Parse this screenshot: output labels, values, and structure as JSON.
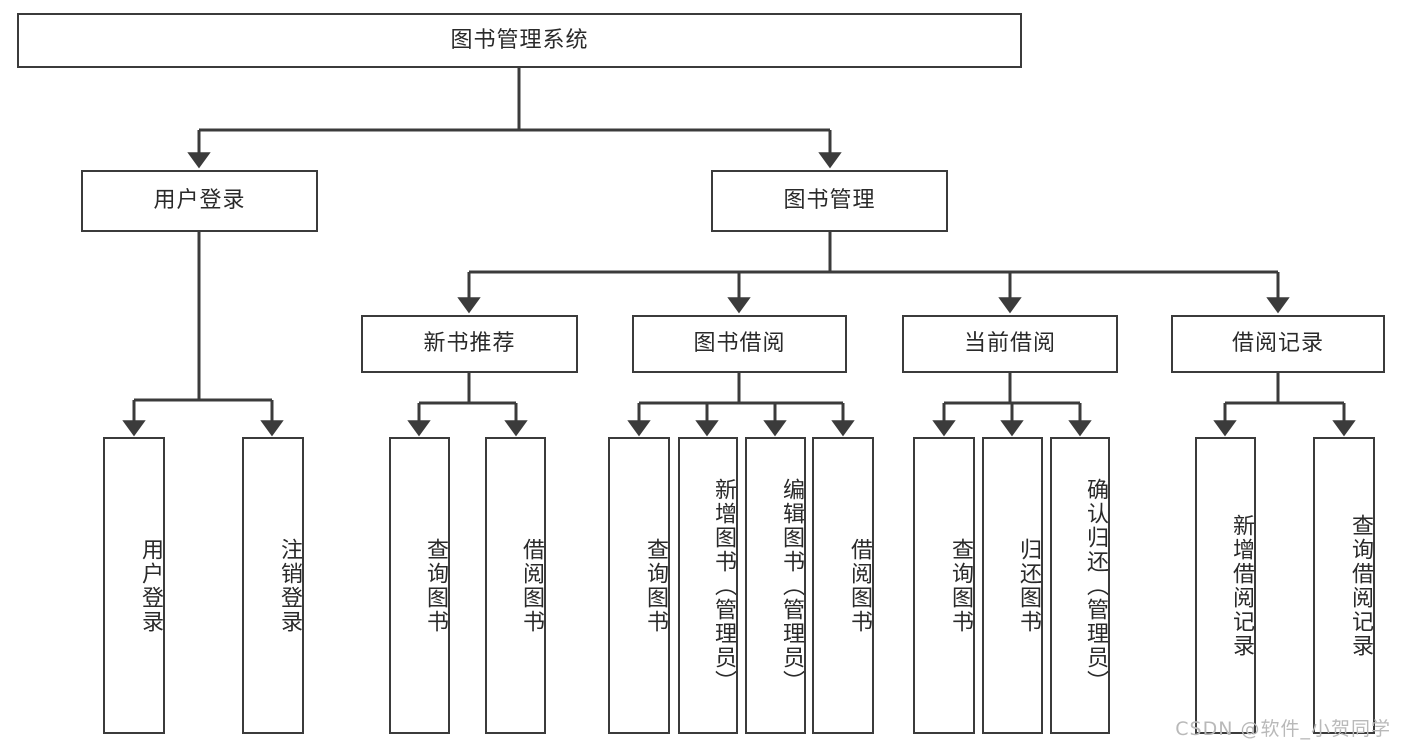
{
  "diagram": {
    "title": "图书管理系统",
    "type": "tree",
    "watermark": "CSDN @软件_小贺同学",
    "colors": {
      "stroke": "#3b3b3b",
      "fill": "#ffffff",
      "text": "#2a2a2a",
      "watermark": "#b9b9b9"
    },
    "levels": {
      "root": {
        "label": "图书管理系统"
      },
      "level2": [
        {
          "id": "user-login",
          "label": "用户登录"
        },
        {
          "id": "book-management",
          "label": "图书管理"
        }
      ],
      "level3": [
        {
          "id": "new-book-recommend",
          "label": "新书推荐",
          "parent": "book-management"
        },
        {
          "id": "book-borrow",
          "label": "图书借阅",
          "parent": "book-management"
        },
        {
          "id": "current-borrow",
          "label": "当前借阅",
          "parent": "book-management"
        },
        {
          "id": "borrow-record",
          "label": "借阅记录",
          "parent": "book-management"
        }
      ],
      "leaves": [
        {
          "id": "leaf-user-login",
          "label": "用户登录",
          "parent": "user-login"
        },
        {
          "id": "leaf-user-logout",
          "label": "注销登录",
          "parent": "user-login"
        },
        {
          "id": "leaf-query-book-1",
          "label": "查询图书",
          "parent": "new-book-recommend"
        },
        {
          "id": "leaf-borrow-book-1",
          "label": "借阅图书",
          "parent": "new-book-recommend"
        },
        {
          "id": "leaf-query-book-2",
          "label": "查询图书",
          "parent": "book-borrow"
        },
        {
          "id": "leaf-add-book",
          "label": "新增图书（管理员）",
          "parent": "book-borrow"
        },
        {
          "id": "leaf-edit-book",
          "label": "编辑图书（管理员）",
          "parent": "book-borrow"
        },
        {
          "id": "leaf-borrow-book-2",
          "label": "借阅图书",
          "parent": "book-borrow"
        },
        {
          "id": "leaf-query-book-3",
          "label": "查询图书",
          "parent": "current-borrow"
        },
        {
          "id": "leaf-return-book",
          "label": "归还图书",
          "parent": "current-borrow"
        },
        {
          "id": "leaf-confirm-return",
          "label": "确认归还（管理员）",
          "parent": "current-borrow"
        },
        {
          "id": "leaf-add-record",
          "label": "新增借阅记录",
          "parent": "borrow-record"
        },
        {
          "id": "leaf-query-record",
          "label": "查询借阅记录",
          "parent": "borrow-record"
        }
      ]
    }
  }
}
